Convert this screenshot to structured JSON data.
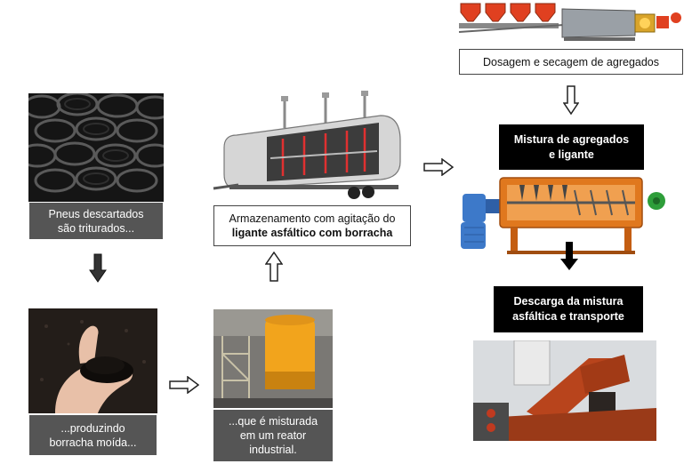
{
  "steps": {
    "tires": {
      "line1": "Pneus descartados",
      "line2": "são triturados..."
    },
    "crumb": {
      "line1": "...produzindo",
      "line2": "borracha moída..."
    },
    "reactor": {
      "line1": "...que é misturada",
      "line2": "em um reator",
      "line3": "industrial."
    },
    "storage": {
      "line1": "Armazenamento com agitação do",
      "line2": "ligante asfáltico com borracha"
    },
    "dosing": {
      "line1": "Dosagem e secagem de agregados"
    },
    "mixing": {
      "line1": "Mistura de agregados",
      "line2": "e ligante"
    },
    "discharge": {
      "line1": "Descarga da mistura",
      "line2": "asfáltica e transporte"
    }
  },
  "colors": {
    "caption_dark": "#555555",
    "caption_black": "#000000",
    "reactor_tank": "#f2a41c",
    "mixer_body": "#e0781e",
    "motor": "#3d79c9"
  }
}
